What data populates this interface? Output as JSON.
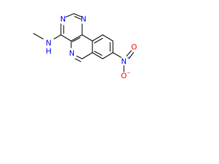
{
  "molecule": {
    "atoms": {
      "n1": "N",
      "n3": "N",
      "n5": "N",
      "nh": "N",
      "h": "H",
      "n_nitro": "N",
      "o_top": "O",
      "o_bottom": "O",
      "plus": "+",
      "minus": "−"
    },
    "colors": {
      "bond": "#000000",
      "nitrogen": "#0000ff",
      "oxygen": "#ff0000"
    }
  }
}
